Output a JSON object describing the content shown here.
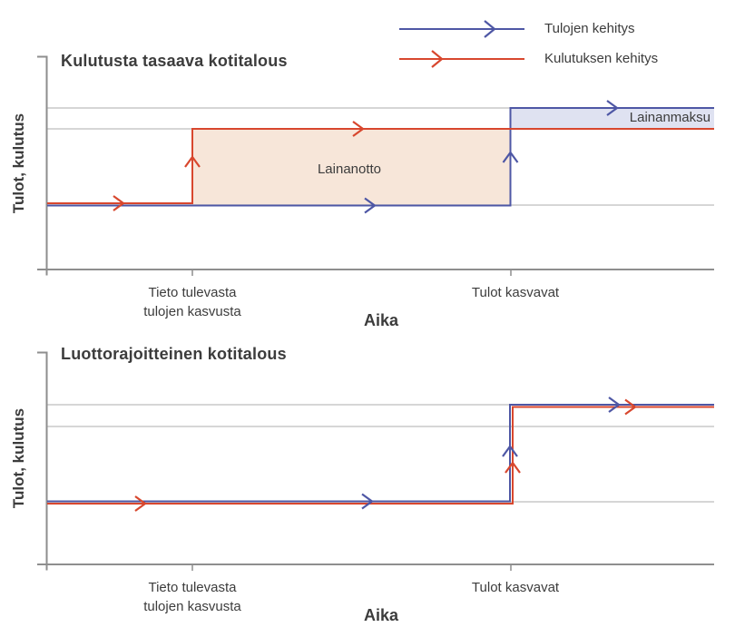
{
  "colors": {
    "income": "#4e57a5",
    "consumption": "#d8472e",
    "borrow_fill": "#f7e6d9",
    "repay_fill": "#dfe2f1",
    "grid": "#c9c9c9",
    "axis": "#8e8e8e",
    "text": "#3c3c3c"
  },
  "legend": {
    "income_label": "Tulojen kehitys",
    "consumption_label": "Kulutuksen kehitys"
  },
  "panel1": {
    "title": "Kulutusta tasaava kotitalous",
    "y_axis_label": "Tulot, kulutus",
    "x_axis_label": "Aika",
    "tick1_line1": "Tieto tulevasta",
    "tick1_line2": "tulojen kasvusta",
    "tick2": "Tulot kasvavat",
    "borrow_area_label": "Lainanotto",
    "repay_area_label": "Lainanmaksu"
  },
  "panel2": {
    "title": "Luottorajoitteinen kotitalous",
    "y_axis_label": "Tulot, kulutus",
    "x_axis_label": "Aika",
    "tick1_line1": "Tieto tulevasta",
    "tick1_line2": "tulojen kasvusta",
    "tick2": "Tulot kasvavat"
  },
  "chart_data": [
    {
      "type": "line",
      "title": "Kulutusta tasaava kotitalous",
      "xlabel": "Aika",
      "ylabel": "Tulot, kulutus",
      "x_range": [
        0,
        1
      ],
      "ylim": [
        0,
        3.3
      ],
      "grid": true,
      "legend_position": "top-right",
      "events": [
        {
          "x": 0.22,
          "label": "Tieto tulevasta tulojen kasvusta"
        },
        {
          "x": 0.7,
          "label": "Tulot kasvavat"
        }
      ],
      "series": [
        {
          "name": "Tulojen kehitys",
          "color": "#4e57a5",
          "step": true,
          "points": [
            [
              0,
              1.0
            ],
            [
              0.7,
              1.0
            ],
            [
              0.7,
              2.47
            ],
            [
              1.0,
              2.47
            ]
          ]
        },
        {
          "name": "Kulutuksen kehitys",
          "color": "#d8472e",
          "step": true,
          "points": [
            [
              0,
              1.0
            ],
            [
              0.22,
              1.0
            ],
            [
              0.22,
              2.15
            ],
            [
              1.0,
              2.15
            ]
          ]
        }
      ],
      "annotations": [
        {
          "label": "Lainanotto",
          "x_range": [
            0.22,
            0.7
          ],
          "y_range": [
            1.0,
            2.15
          ],
          "fill": "#f7e6d9",
          "meaning": "consumption above income"
        },
        {
          "label": "Lainanmaksu",
          "x_range": [
            0.7,
            1.0
          ],
          "y_range": [
            2.15,
            2.47
          ],
          "fill": "#dfe2f1",
          "meaning": "income above consumption"
        }
      ]
    },
    {
      "type": "line",
      "title": "Luottorajoitteinen kotitalous",
      "xlabel": "Aika",
      "ylabel": "Tulot, kulutus",
      "x_range": [
        0,
        1
      ],
      "ylim": [
        0,
        3.4
      ],
      "grid": true,
      "events": [
        {
          "x": 0.22,
          "label": "Tieto tulevasta tulojen kasvusta"
        },
        {
          "x": 0.7,
          "label": "Tulot kasvavat"
        }
      ],
      "series": [
        {
          "name": "Tulojen kehitys",
          "color": "#4e57a5",
          "step": true,
          "points": [
            [
              0,
              1.0
            ],
            [
              0.7,
              1.0
            ],
            [
              0.7,
              2.55
            ],
            [
              1.0,
              2.55
            ]
          ]
        },
        {
          "name": "Kulutuksen kehitys",
          "color": "#d8472e",
          "step": true,
          "points": [
            [
              0,
              0.97
            ],
            [
              0.705,
              0.97
            ],
            [
              0.705,
              2.51
            ],
            [
              1.0,
              2.51
            ]
          ]
        }
      ],
      "annotations": []
    }
  ]
}
